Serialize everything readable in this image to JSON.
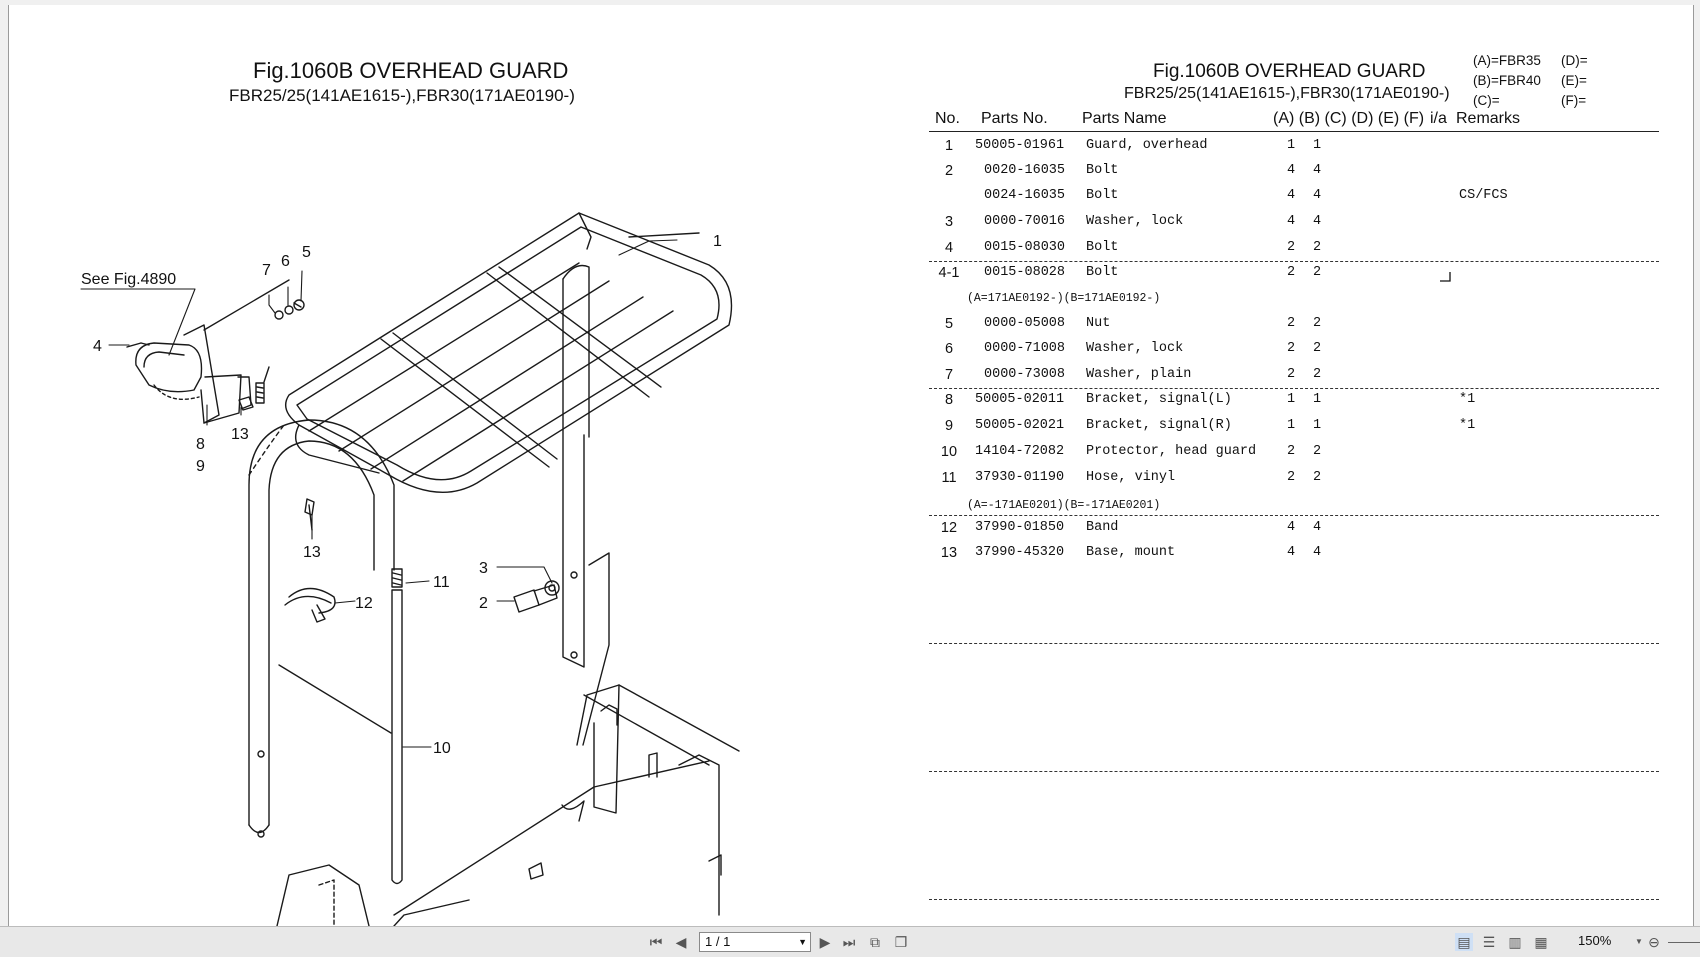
{
  "left_title": {
    "main": "Fig.1060B  OVERHEAD GUARD",
    "sub": "FBR25/25(141AE1615-),FBR30(171AE0190-)"
  },
  "right_title": {
    "main": "Fig.1060B  OVERHEAD GUARD",
    "sub": "FBR25/25(141AE1615-),FBR30(171AE0190-)"
  },
  "model_legend": {
    "a": "(A)=FBR35",
    "b": "(B)=FBR40",
    "c": "(C)=",
    "d": "(D)=",
    "e": "(E)=",
    "f": "(F)="
  },
  "table_headers": {
    "no": "No.",
    "parts_no": "Parts No.",
    "parts_name": "Parts Name",
    "cols": "(A) (B) (C) (D) (E) (F)",
    "ia": "i/a",
    "remarks": "Remarks"
  },
  "parts": [
    {
      "no": "1",
      "pn": "50005-01961",
      "name": "Guard, overhead",
      "a": "1",
      "b": "1",
      "rem": ""
    },
    {
      "no": "2",
      "pn": "0020-16035",
      "name": "Bolt",
      "a": "4",
      "b": "4",
      "rem": ""
    },
    {
      "no": "",
      "pn": "0024-16035",
      "name": "Bolt",
      "a": "4",
      "b": "4",
      "rem": "CS/FCS"
    },
    {
      "no": "3",
      "pn": "0000-70016",
      "name": "Washer, lock",
      "a": "4",
      "b": "4",
      "rem": ""
    },
    {
      "no": "4",
      "pn": "0015-08030",
      "name": "Bolt",
      "a": "2",
      "b": "2",
      "rem": ""
    },
    {
      "no": "4-1",
      "pn": "0015-08028",
      "name": "Bolt",
      "a": "2",
      "b": "2",
      "rem": ""
    },
    {
      "no": "5",
      "pn": "0000-05008",
      "name": "Nut",
      "a": "2",
      "b": "2",
      "rem": ""
    },
    {
      "no": "6",
      "pn": "0000-71008",
      "name": "Washer, lock",
      "a": "2",
      "b": "2",
      "rem": ""
    },
    {
      "no": "7",
      "pn": "0000-73008",
      "name": "Washer, plain",
      "a": "2",
      "b": "2",
      "rem": ""
    },
    {
      "no": "8",
      "pn": "50005-02011",
      "name": "Bracket, signal(L)",
      "a": "1",
      "b": "1",
      "rem": "*1"
    },
    {
      "no": "9",
      "pn": "50005-02021",
      "name": "Bracket, signal(R)",
      "a": "1",
      "b": "1",
      "rem": "*1"
    },
    {
      "no": "10",
      "pn": "14104-72082",
      "name": "Protector, head guard",
      "a": "2",
      "b": "2",
      "rem": ""
    },
    {
      "no": "11",
      "pn": "37930-01190",
      "name": "Hose, vinyl",
      "a": "2",
      "b": "2",
      "rem": ""
    },
    {
      "no": "12",
      "pn": "37990-01850",
      "name": "Band",
      "a": "4",
      "b": "4",
      "rem": ""
    },
    {
      "no": "13",
      "pn": "37990-45320",
      "name": "Base, mount",
      "a": "4",
      "b": "4",
      "rem": ""
    }
  ],
  "notes": {
    "n1": "(A=171AE0192-)(B=171AE0192-)",
    "n2": "(A=-171AE0201)(B=-171AE0201)"
  },
  "diagram": {
    "see_fig": "See Fig.4890",
    "callouts": {
      "c1": "1",
      "c2": "2",
      "c3": "3",
      "c4": "4",
      "c5": "5",
      "c6": "6",
      "c7": "7",
      "c8": "8",
      "c9": "9",
      "c10": "10",
      "c11": "11",
      "c12": "12",
      "c13a": "13",
      "c13b": "13"
    }
  },
  "statusbar": {
    "page_indicator": "1 / 1",
    "zoom": "150%"
  }
}
